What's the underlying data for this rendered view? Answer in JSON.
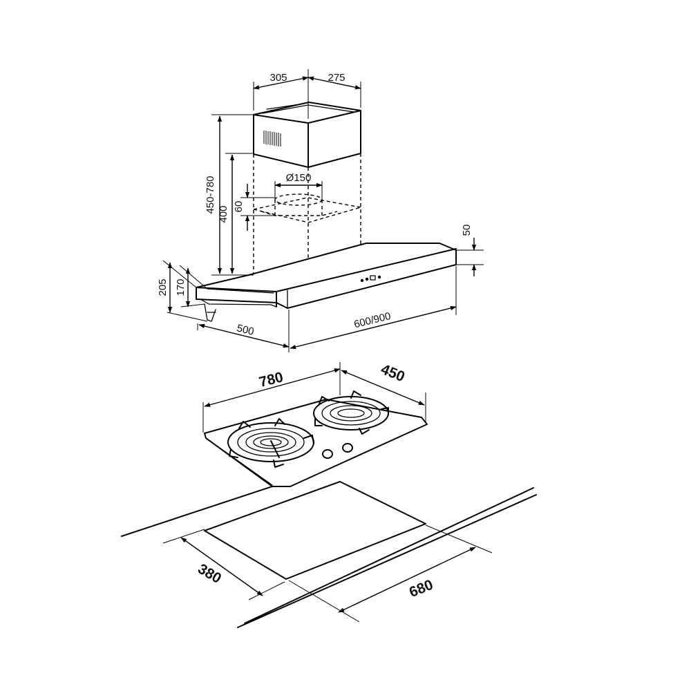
{
  "hood": {
    "chimney_width": "305",
    "chimney_depth": "275",
    "duct_diameter": "Ø150",
    "chimney_height": "450-780",
    "inner_height": "400",
    "outlet_height": "60",
    "front_panel_height": "50",
    "total_height": "205",
    "body_height": "170",
    "depth": "500",
    "width": "600/900"
  },
  "hob": {
    "width": "780",
    "depth": "450",
    "cutout_depth": "380",
    "cutout_width": "680"
  }
}
